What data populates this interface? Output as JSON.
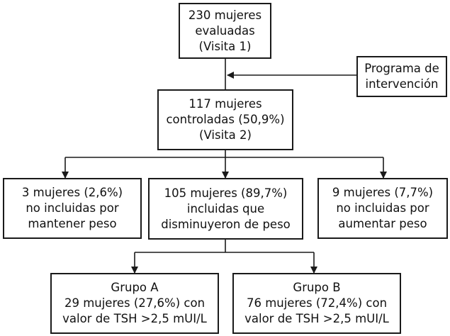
{
  "boxes": {
    "evaluated": {
      "lines": [
        "230 mujeres",
        "evaluadas",
        "(Visita 1)"
      ]
    },
    "program": {
      "lines": [
        "Programa de",
        "intervención"
      ]
    },
    "controlled": {
      "lines": [
        "117 mujeres",
        "controladas (50,9%)",
        "(Visita 2)"
      ]
    },
    "maintain": {
      "lines": [
        "3 mujeres (2,6%)",
        "no incluidas por",
        "mantener peso"
      ]
    },
    "decreased": {
      "lines": [
        "105 mujeres (89,7%)",
        "incluidas que",
        "disminuyeron de peso"
      ]
    },
    "increased": {
      "lines": [
        "9 mujeres (7,7%)",
        "no incluidas por",
        "aumentar peso"
      ]
    },
    "group_a": {
      "lines": [
        "Grupo A",
        "29 mujeres (27,6%) con",
        "valor de TSH >2,5 mUI/L"
      ]
    },
    "group_b": {
      "lines": [
        "Grupo B",
        "76 mujeres (72,4%) con",
        "valor de TSH >2,5 mUI/L"
      ]
    }
  }
}
